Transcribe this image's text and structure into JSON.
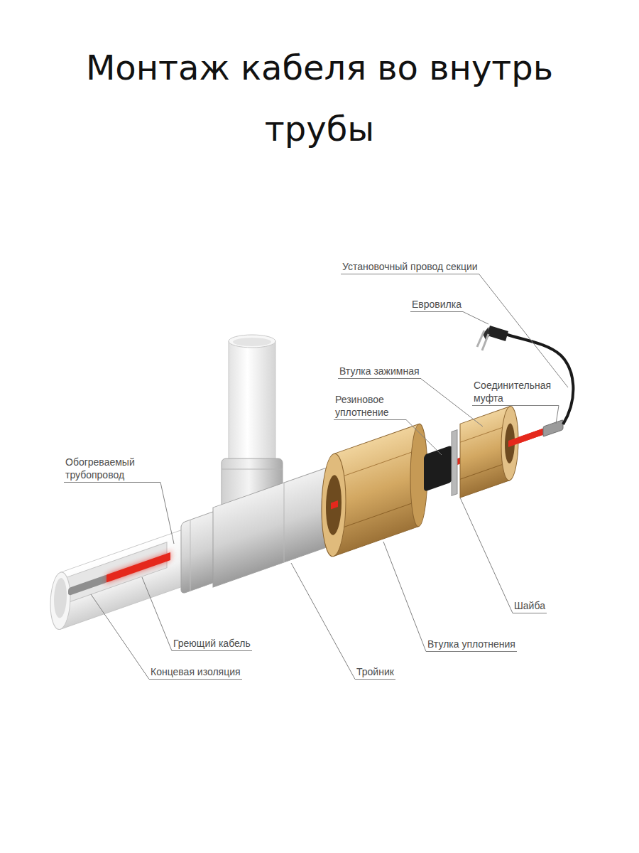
{
  "diagram": {
    "title": "Монтаж кабеля во внутрь трубы",
    "labels": [
      "Установочный провод секции",
      "Евровилка",
      "Втулка зажимная",
      "Резиновое уплотнение",
      "Соединительная муфта",
      "Обогреваемый трубопровод",
      "Шайба",
      "Греющий кабель",
      "Втулка уплотнения",
      "Концевая изоляция",
      "Тройник"
    ]
  }
}
